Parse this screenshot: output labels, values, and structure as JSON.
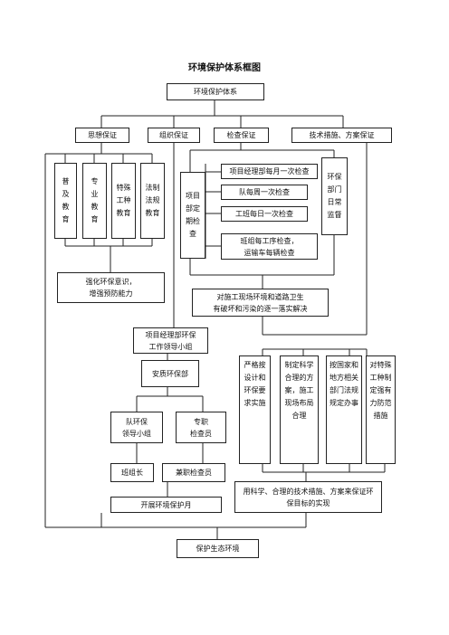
{
  "title": "环境保护体系框图",
  "nodes": {
    "root": "环境保护体系",
    "ideology": "思想保证",
    "organization": "组织保证",
    "inspection": "检查保证",
    "technical": "技术措施、方案保证",
    "popular_edu": "普\n及\n教\n育",
    "pro_edu": "专\n业\n教\n育",
    "special_edu": "特殊\n工种\n教育",
    "legal_edu": "法制\n法规\n教育",
    "project_regular": "项目\n部定\n期检\n查",
    "monthly": "项目经理部每月一次检查",
    "weekly": "队每周一次检查",
    "daily": "工班每日一次检查",
    "shift_check": "班组每工序检查，\n运输车每辆检查",
    "env_dept": "环保\n部门\n日常\n监督",
    "awareness": "强化环保意识，\n增强预防能力",
    "site_env": "对施工现场环境和道路卫生\n有破坏和污染的逐一落实解决",
    "leader_group": "项目经理部环保\n工作领导小组",
    "safety_dept": "安质环保部",
    "team_leader_group": "队环保\n领导小组",
    "full_inspector": "专职\n检查员",
    "foreman": "班组长",
    "parttime_inspector": "兼职检查员",
    "campaign": "开展环境保护月",
    "strict": "严格按\n设计和\n环保要\n求实施",
    "scientific_plan": "制定科学\n合理的方\n案，施工\n现场布局\n合理",
    "regulations": "按国家和\n地方相关\n部门法规\n规定办事",
    "special_measures": "对特殊\n工种制\n定强有\n力防范\n措施",
    "goal": "用科学、合理的技术措施、方案来保证环\n保目标的实现",
    "protect": "保护生态环境"
  }
}
